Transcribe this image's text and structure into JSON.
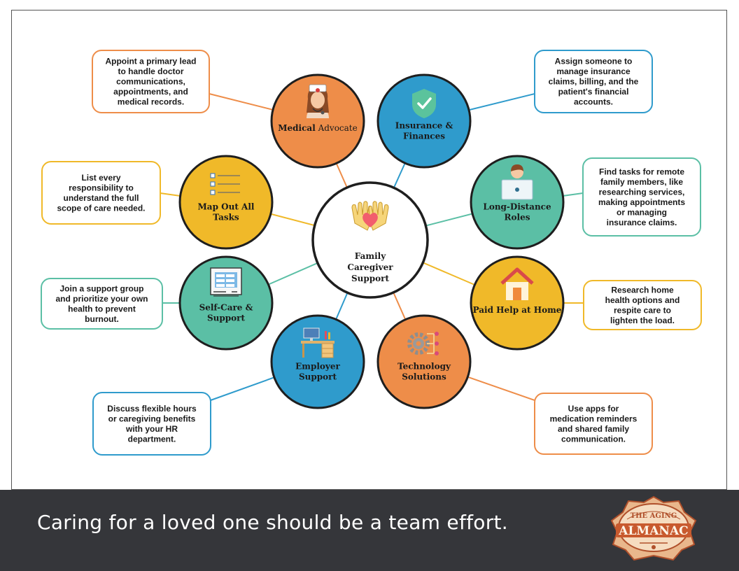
{
  "center": {
    "lines": [
      "Family",
      "Caregiver",
      "Support"
    ]
  },
  "nodes": [
    {
      "id": "medical-advocate",
      "lines": [
        [
          "Medical",
          " Advocate"
        ]
      ],
      "boldFirst": true,
      "box": [
        "Appoint a primary lead",
        "to handle doctor",
        "communications,",
        "appointments, and",
        "medical records."
      ],
      "color": "#ee8d49",
      "icon": "doctor-icon"
    },
    {
      "id": "insurance-finances",
      "lines": [
        [
          "Insurance &"
        ],
        [
          "Finances"
        ]
      ],
      "box": [
        "Assign someone to",
        "manage insurance",
        "claims, billing, and the",
        "patient's financial",
        "accounts."
      ],
      "color": "#2f9bcc",
      "icon": "shield-check-icon"
    },
    {
      "id": "long-distance-roles",
      "lines": [
        [
          "Long-Distance"
        ],
        [
          "Roles"
        ]
      ],
      "box": [
        "Find tasks for remote",
        "family members, like",
        "researching services,",
        "making appointments",
        "or managing",
        "insurance claims."
      ],
      "color": "#5bbfa5",
      "icon": "laptop-person-icon"
    },
    {
      "id": "paid-help-at-home",
      "lines": [
        [
          "Paid Help at Home"
        ]
      ],
      "box": [
        "Research home",
        "health options and",
        "respite care to",
        "lighten the load."
      ],
      "color": "#f0b929",
      "icon": "house-icon"
    },
    {
      "id": "technology-solutions",
      "lines": [
        [
          "Technology"
        ],
        [
          "Solutions"
        ]
      ],
      "boldFirst": true,
      "box": [
        "Use apps for",
        "medication reminders",
        "and shared family",
        "communication."
      ],
      "color": "#ee8d49",
      "icon": "gear-network-icon"
    },
    {
      "id": "employer-support",
      "lines": [
        [
          "Employer"
        ],
        [
          "Support"
        ]
      ],
      "box": [
        "Discuss flexible hours",
        "or caregiving benefits",
        "with your HR",
        "department."
      ],
      "color": "#2f9bcc",
      "icon": "desk-icon"
    },
    {
      "id": "self-care-support",
      "lines": [
        [
          "Self-Care &"
        ],
        [
          "Support"
        ]
      ],
      "box": [
        "Join a support group",
        "and prioritize your own",
        "health to prevent",
        "burnout."
      ],
      "color": "#5bbfa5",
      "icon": "whiteboard-icon"
    },
    {
      "id": "map-out-all-tasks",
      "lines": [
        [
          "Map Out All"
        ],
        [
          "Tasks"
        ]
      ],
      "box": [
        "List every",
        "responsibility to",
        "understand the full",
        "scope of care needed."
      ],
      "color": "#f0b929",
      "icon": "checklist-icon"
    }
  ],
  "footer": {
    "tagline": "Caring for a loved one should be a team effort."
  },
  "logo": {
    "top": "THE AGING",
    "main": "ALMANAC"
  }
}
